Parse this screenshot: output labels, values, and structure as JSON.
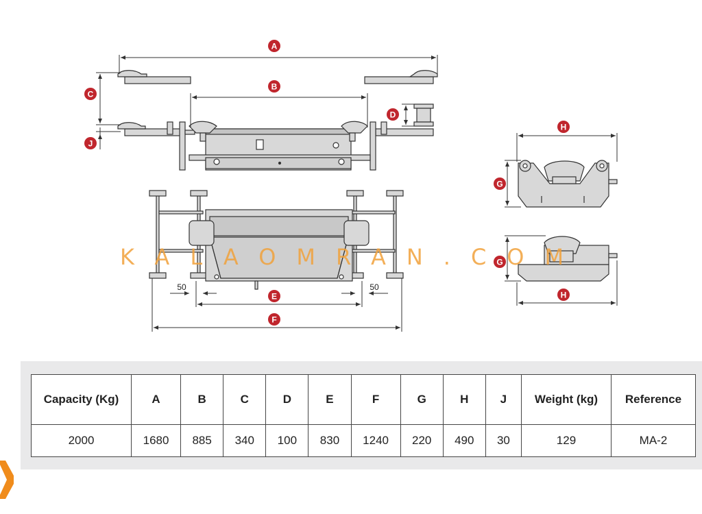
{
  "dimensions": {
    "A": "A",
    "B": "B",
    "C": "C",
    "D": "D",
    "E": "E",
    "F": "F",
    "G": "G",
    "H": "H",
    "J": "J",
    "left_offset": "50",
    "right_offset": "50"
  },
  "watermark": "KALAOMRAN.COM",
  "colors": {
    "badge": "#c0262d",
    "metal_fill": "#d8d8d8",
    "outline": "#333333",
    "table_panel": "#e9e9ea",
    "watermark": "#f1a23c",
    "logo": "#f08c1c"
  },
  "logo_icon": "brand-k-icon",
  "table": {
    "headers": [
      "Capacity (Kg)",
      "A",
      "B",
      "C",
      "D",
      "E",
      "F",
      "G",
      "H",
      "J",
      "Weight (kg)",
      "Reference"
    ],
    "row": [
      "2000",
      "1680",
      "885",
      "340",
      "100",
      "830",
      "1240",
      "220",
      "490",
      "30",
      "129",
      "MA-2"
    ]
  }
}
